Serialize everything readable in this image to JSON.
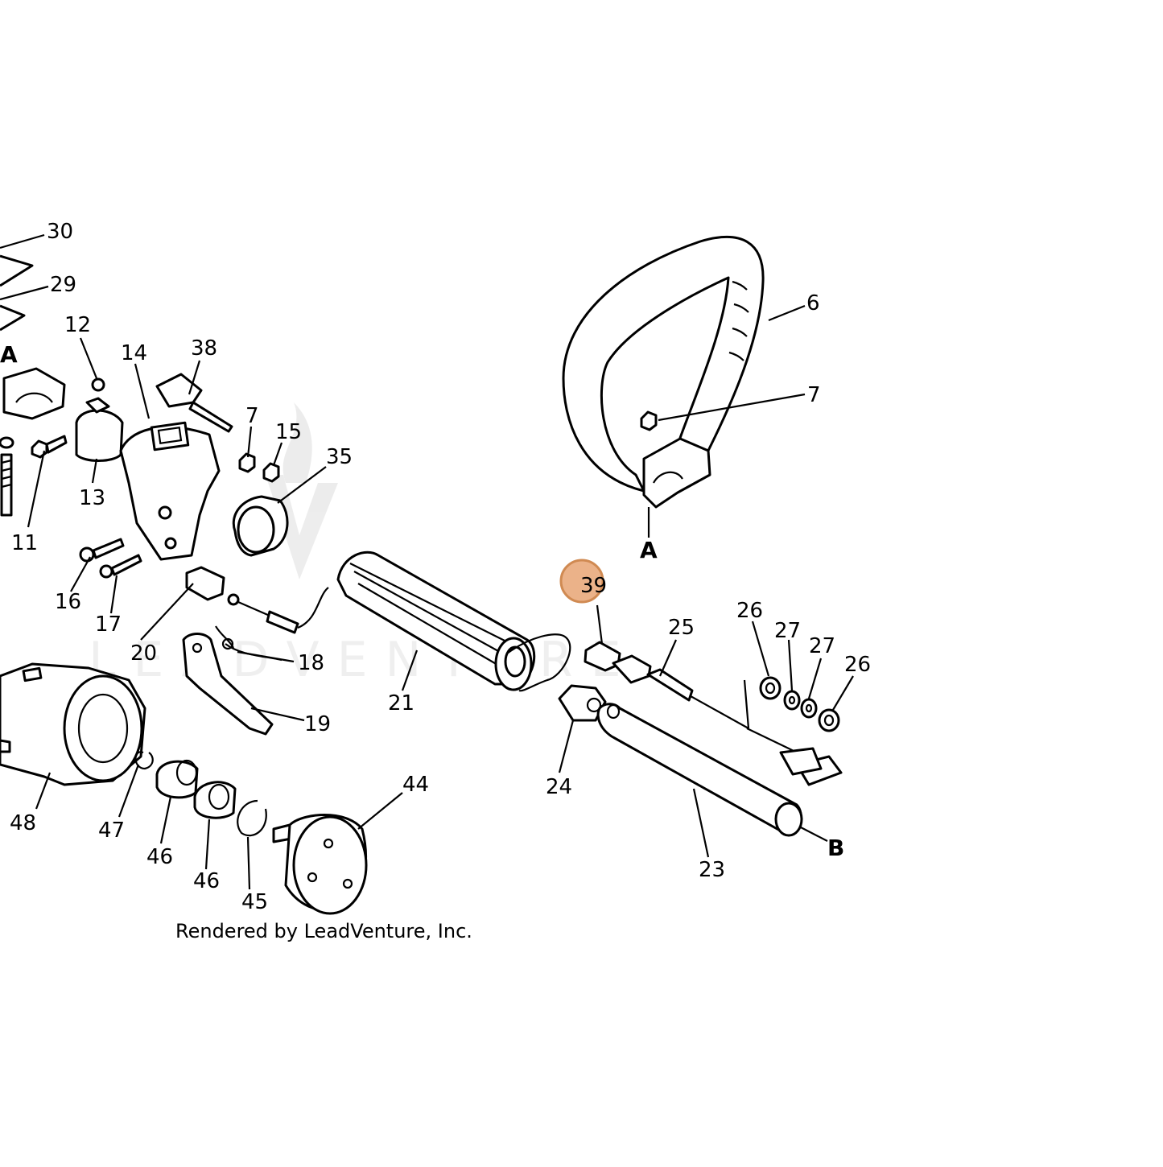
{
  "diagram": {
    "caption": "Rendered by LeadVenture, Inc.",
    "watermark": "LEADVENTURE",
    "highlight_color": "#E8A574",
    "highlighted_part": "39",
    "callouts": [
      {
        "id": "30",
        "text": "30"
      },
      {
        "id": "29",
        "text": "29"
      },
      {
        "id": "12",
        "text": "12"
      },
      {
        "id": "14",
        "text": "14"
      },
      {
        "id": "38",
        "text": "38"
      },
      {
        "id": "7a",
        "text": "7"
      },
      {
        "id": "15",
        "text": "15"
      },
      {
        "id": "35",
        "text": "35"
      },
      {
        "id": "13",
        "text": "13"
      },
      {
        "id": "11",
        "text": "11"
      },
      {
        "id": "16",
        "text": "16"
      },
      {
        "id": "17",
        "text": "17"
      },
      {
        "id": "20",
        "text": "20"
      },
      {
        "id": "18",
        "text": "18"
      },
      {
        "id": "19",
        "text": "19"
      },
      {
        "id": "21",
        "text": "21"
      },
      {
        "id": "6",
        "text": "6"
      },
      {
        "id": "7b",
        "text": "7"
      },
      {
        "id": "39",
        "text": "39"
      },
      {
        "id": "25",
        "text": "25"
      },
      {
        "id": "26a",
        "text": "26"
      },
      {
        "id": "27a",
        "text": "27"
      },
      {
        "id": "27b",
        "text": "27"
      },
      {
        "id": "26b",
        "text": "26"
      },
      {
        "id": "24",
        "text": "24"
      },
      {
        "id": "23",
        "text": "23"
      },
      {
        "id": "48",
        "text": "48"
      },
      {
        "id": "47",
        "text": "47"
      },
      {
        "id": "46a",
        "text": "46"
      },
      {
        "id": "46b",
        "text": "46"
      },
      {
        "id": "45",
        "text": "45"
      },
      {
        "id": "44",
        "text": "44"
      }
    ],
    "reference_letters": [
      {
        "id": "A-left",
        "text": "A"
      },
      {
        "id": "A-right",
        "text": "A"
      },
      {
        "id": "B",
        "text": "B"
      }
    ]
  }
}
